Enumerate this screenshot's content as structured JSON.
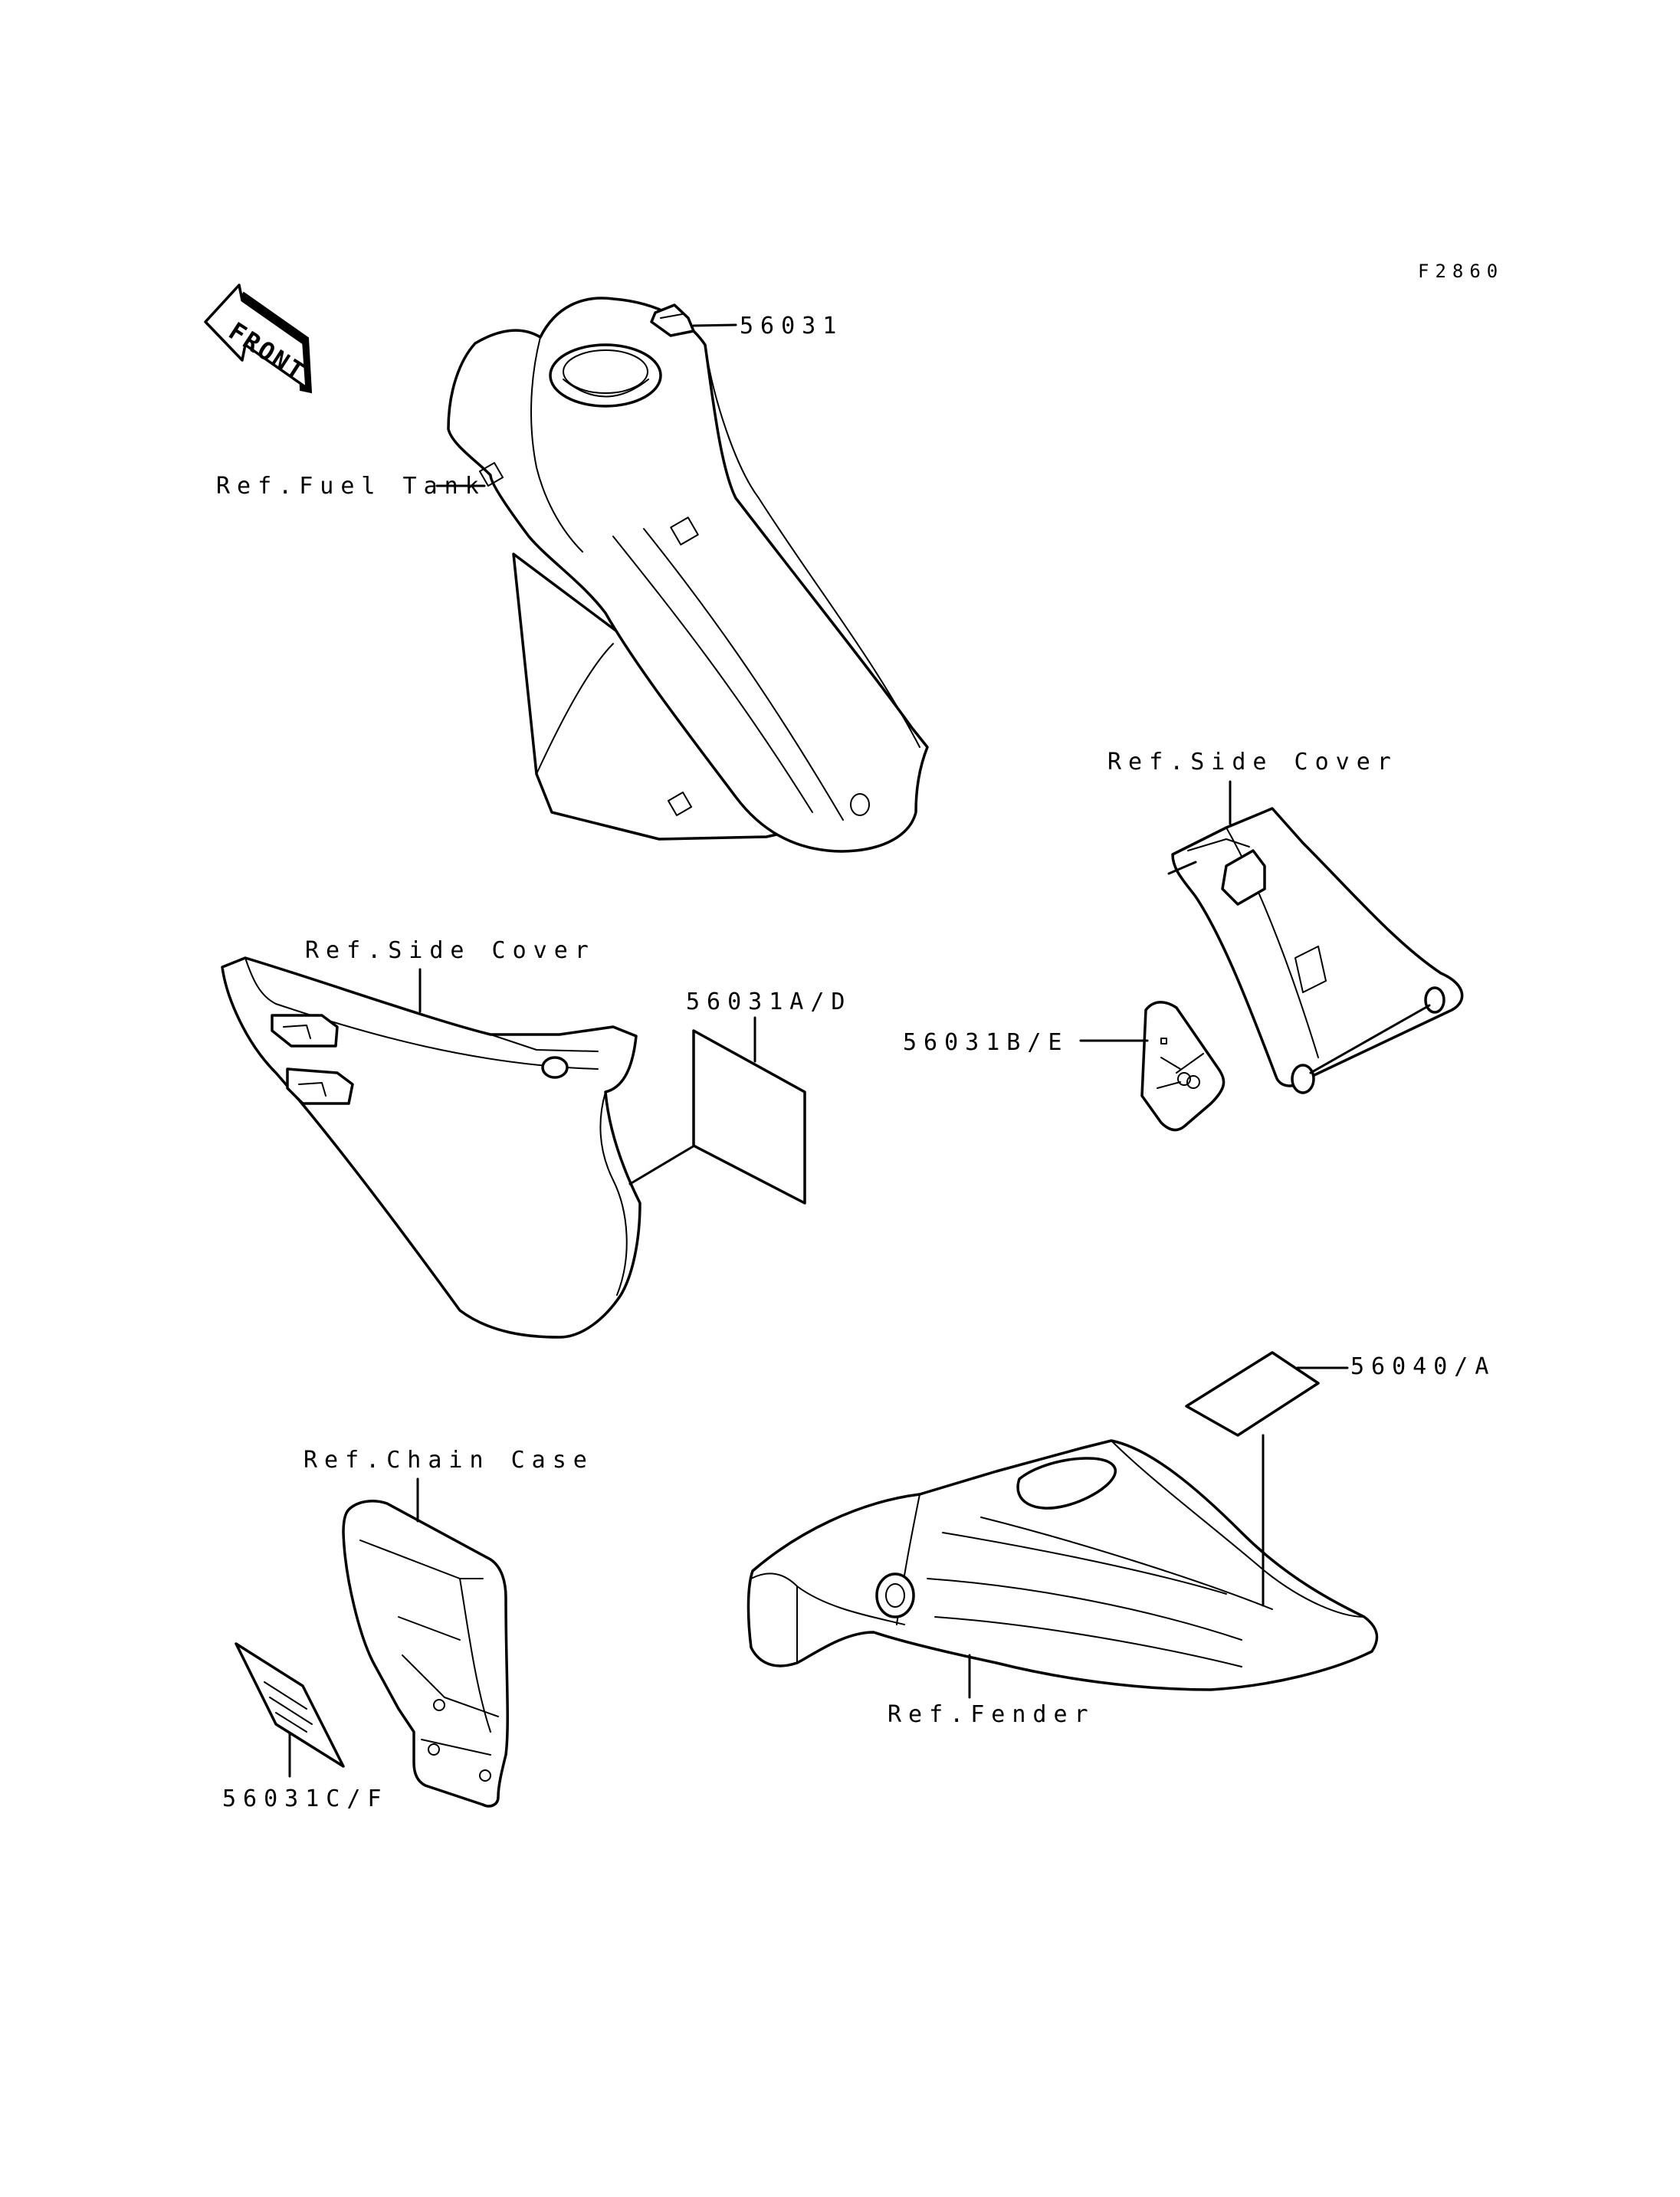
{
  "diagram": {
    "figure_code": "F2860",
    "front_arrow": "FRONT",
    "callouts": {
      "decal_tank": "56031",
      "decal_side_left": "56031A/D",
      "decal_side_right": "56031B/E",
      "decal_chain": "56031C/F",
      "decal_fender": "56040/A"
    },
    "references": {
      "fuel_tank": "Ref.Fuel Tank",
      "side_cover_right": "Ref.Side Cover",
      "side_cover_left": "Ref.Side Cover",
      "chain_case": "Ref.Chain Case",
      "fender": "Ref.Fender"
    }
  },
  "colors": {
    "line": "#000000",
    "background": "#ffffff"
  }
}
